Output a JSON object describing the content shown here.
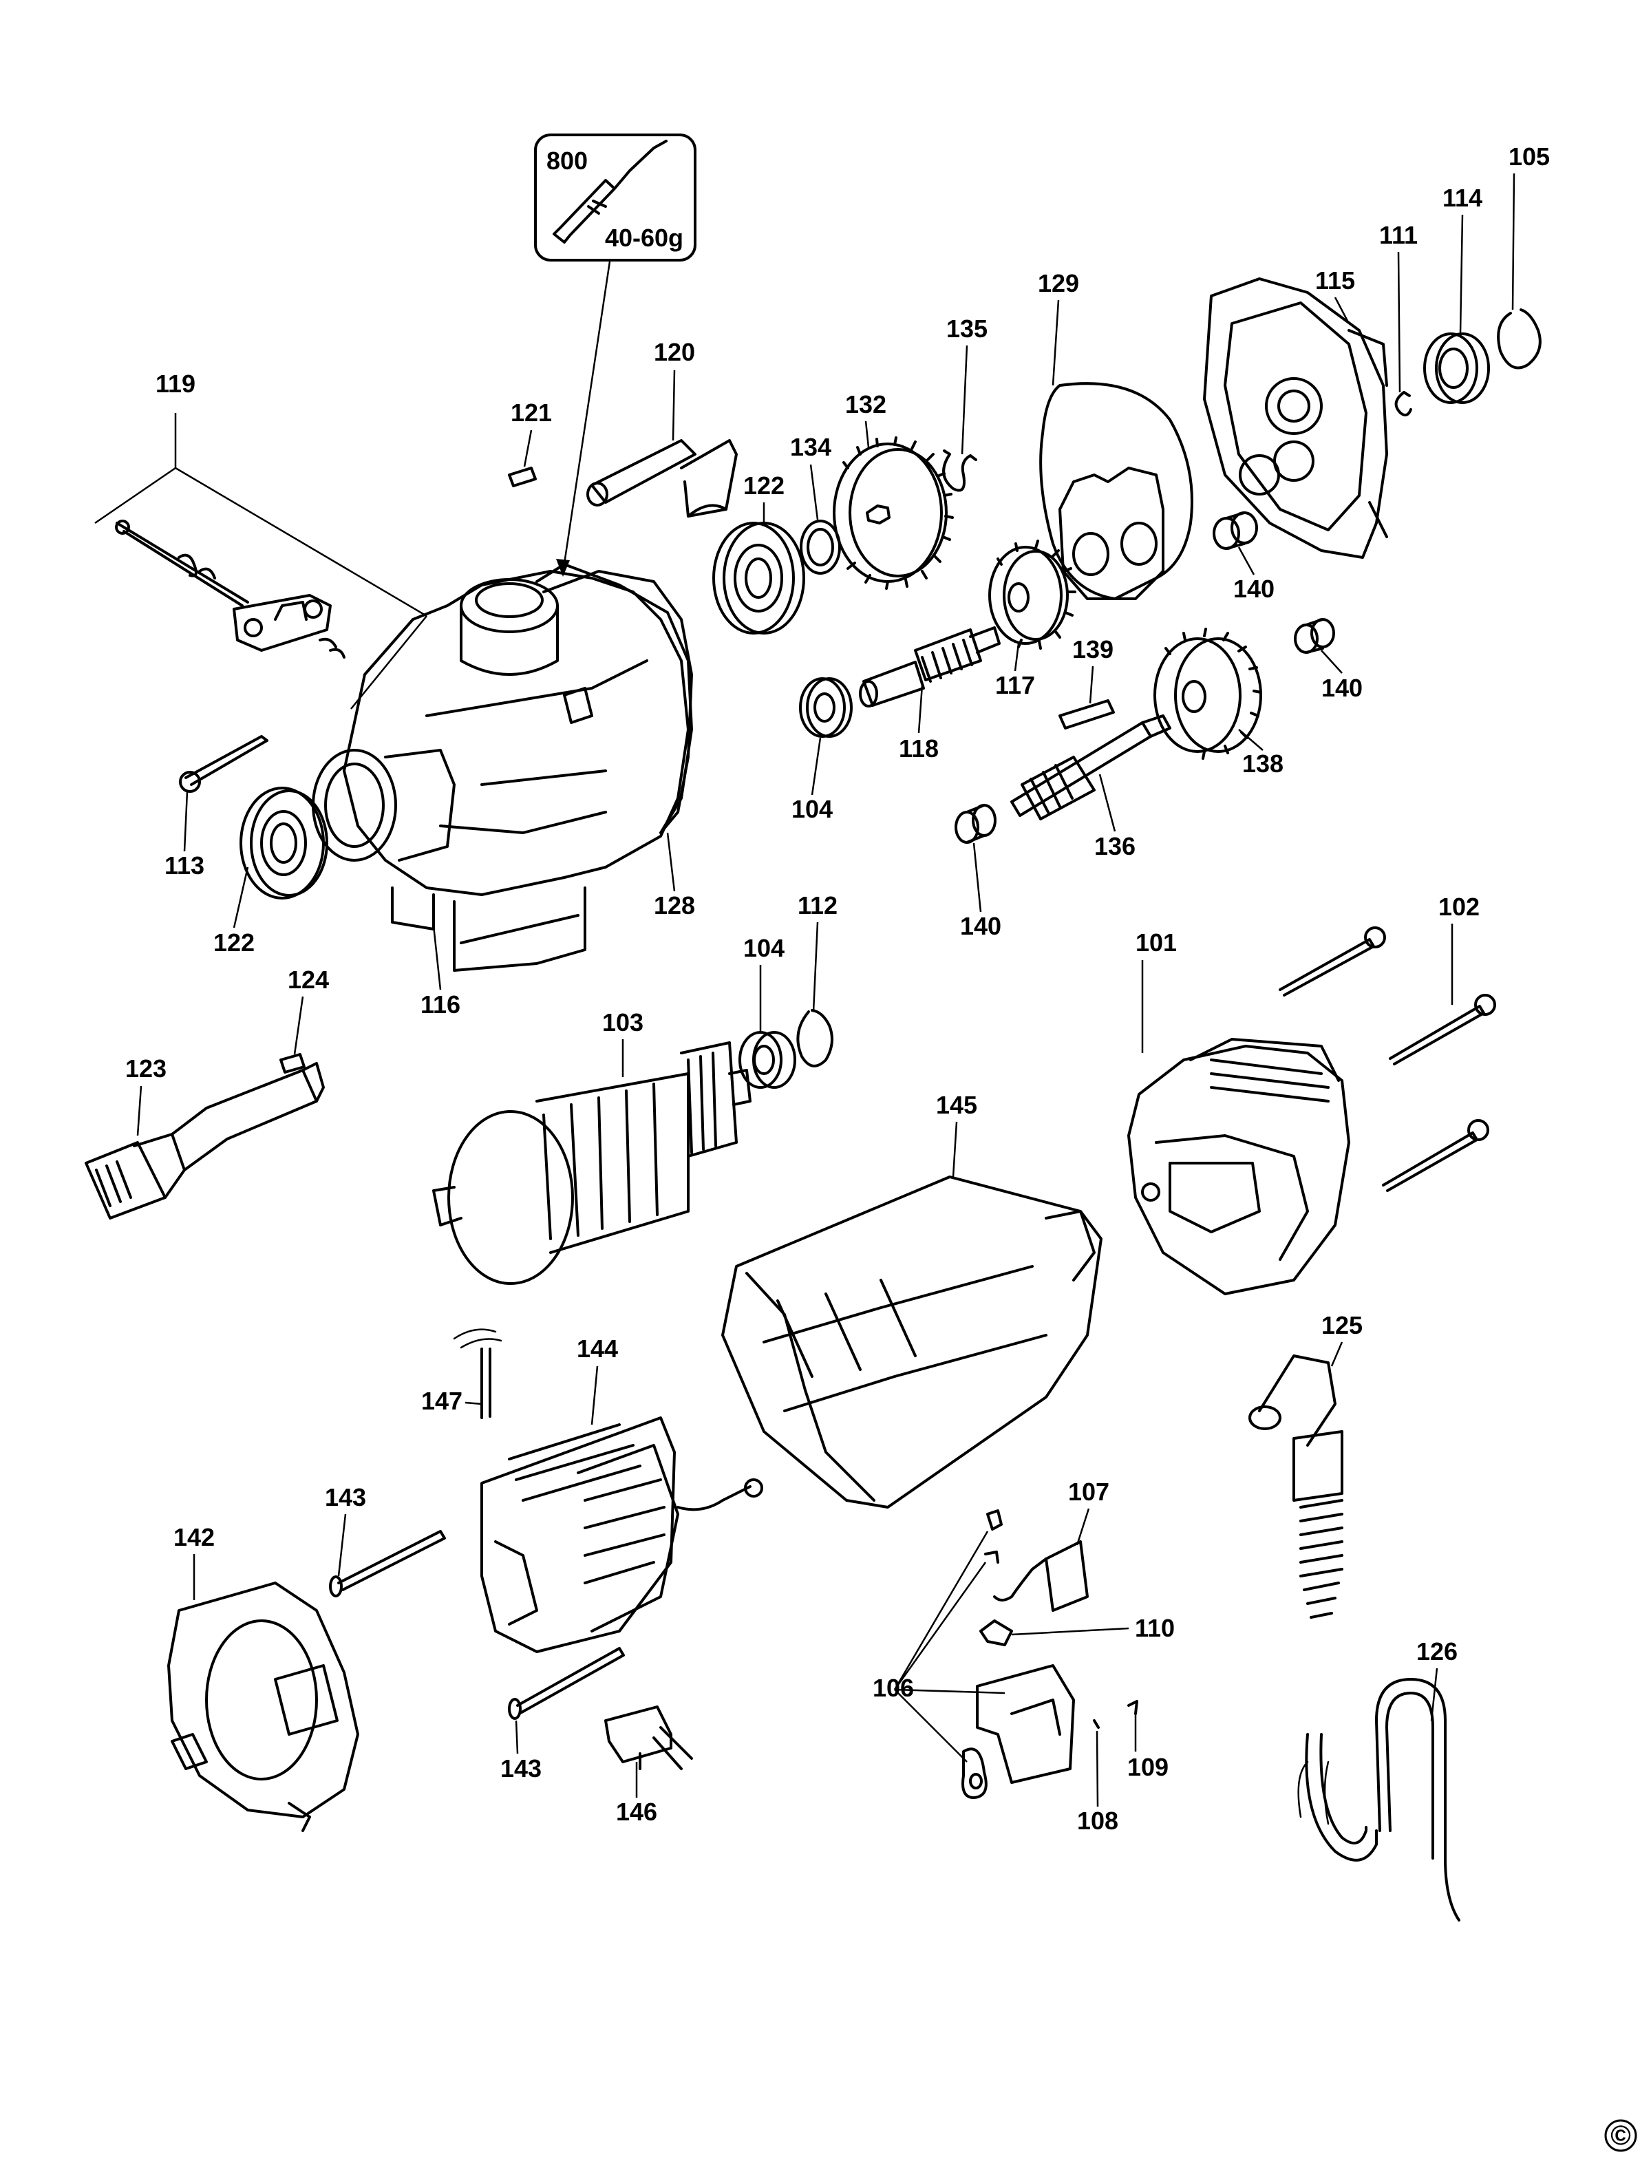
{
  "callout_box": {
    "part_number": "800",
    "quantity": "40-60g"
  },
  "labels": {
    "p101": "101",
    "p102": "102",
    "p103": "103",
    "p104a": "104",
    "p104b": "104",
    "p105": "105",
    "p106": "106",
    "p107": "107",
    "p108": "108",
    "p109": "109",
    "p110": "110",
    "p111": "111",
    "p112": "112",
    "p113": "113",
    "p114": "114",
    "p115": "115",
    "p116": "116",
    "p117": "117",
    "p118": "118",
    "p119": "119",
    "p120": "120",
    "p121": "121",
    "p122a": "122",
    "p122b": "122",
    "p123": "123",
    "p124": "124",
    "p125": "125",
    "p126": "126",
    "p128": "128",
    "p129": "129",
    "p132": "132",
    "p134": "134",
    "p135": "135",
    "p136": "136",
    "p138": "138",
    "p139": "139",
    "p140a": "140",
    "p140b": "140",
    "p140c": "140",
    "p142": "142",
    "p143a": "143",
    "p143b": "143",
    "p144": "144",
    "p145": "145",
    "p146": "146",
    "p147": "147"
  },
  "copyright_mark": "©"
}
